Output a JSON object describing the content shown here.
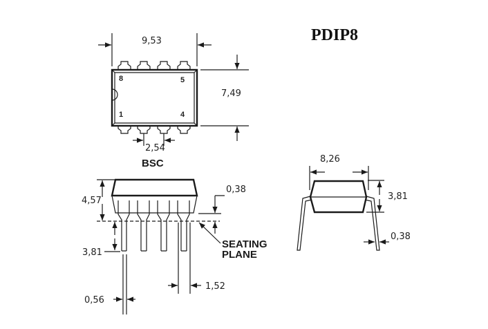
{
  "title": "PDIP8",
  "top_view": {
    "pin_labels": {
      "p8": "8",
      "p5": "5",
      "p1": "1",
      "p4": "4"
    },
    "width_dim": "9,53",
    "height_dim": "7,49",
    "pitch_dim": "2,54",
    "pitch_note": "BSC"
  },
  "side_view": {
    "body_height_dim": "4,57",
    "standoff_dim": "0,38",
    "lead_length_dim": "3,81",
    "lead_shoulder_width_dim": "1,52",
    "lead_width_dim": "0,56",
    "seating_plane_label": [
      "SEATING",
      "PLANE"
    ]
  },
  "end_view": {
    "row_spacing_dim": "8,26",
    "body_thickness_dim": "3,81",
    "lead_thickness_dim": "0,38"
  }
}
